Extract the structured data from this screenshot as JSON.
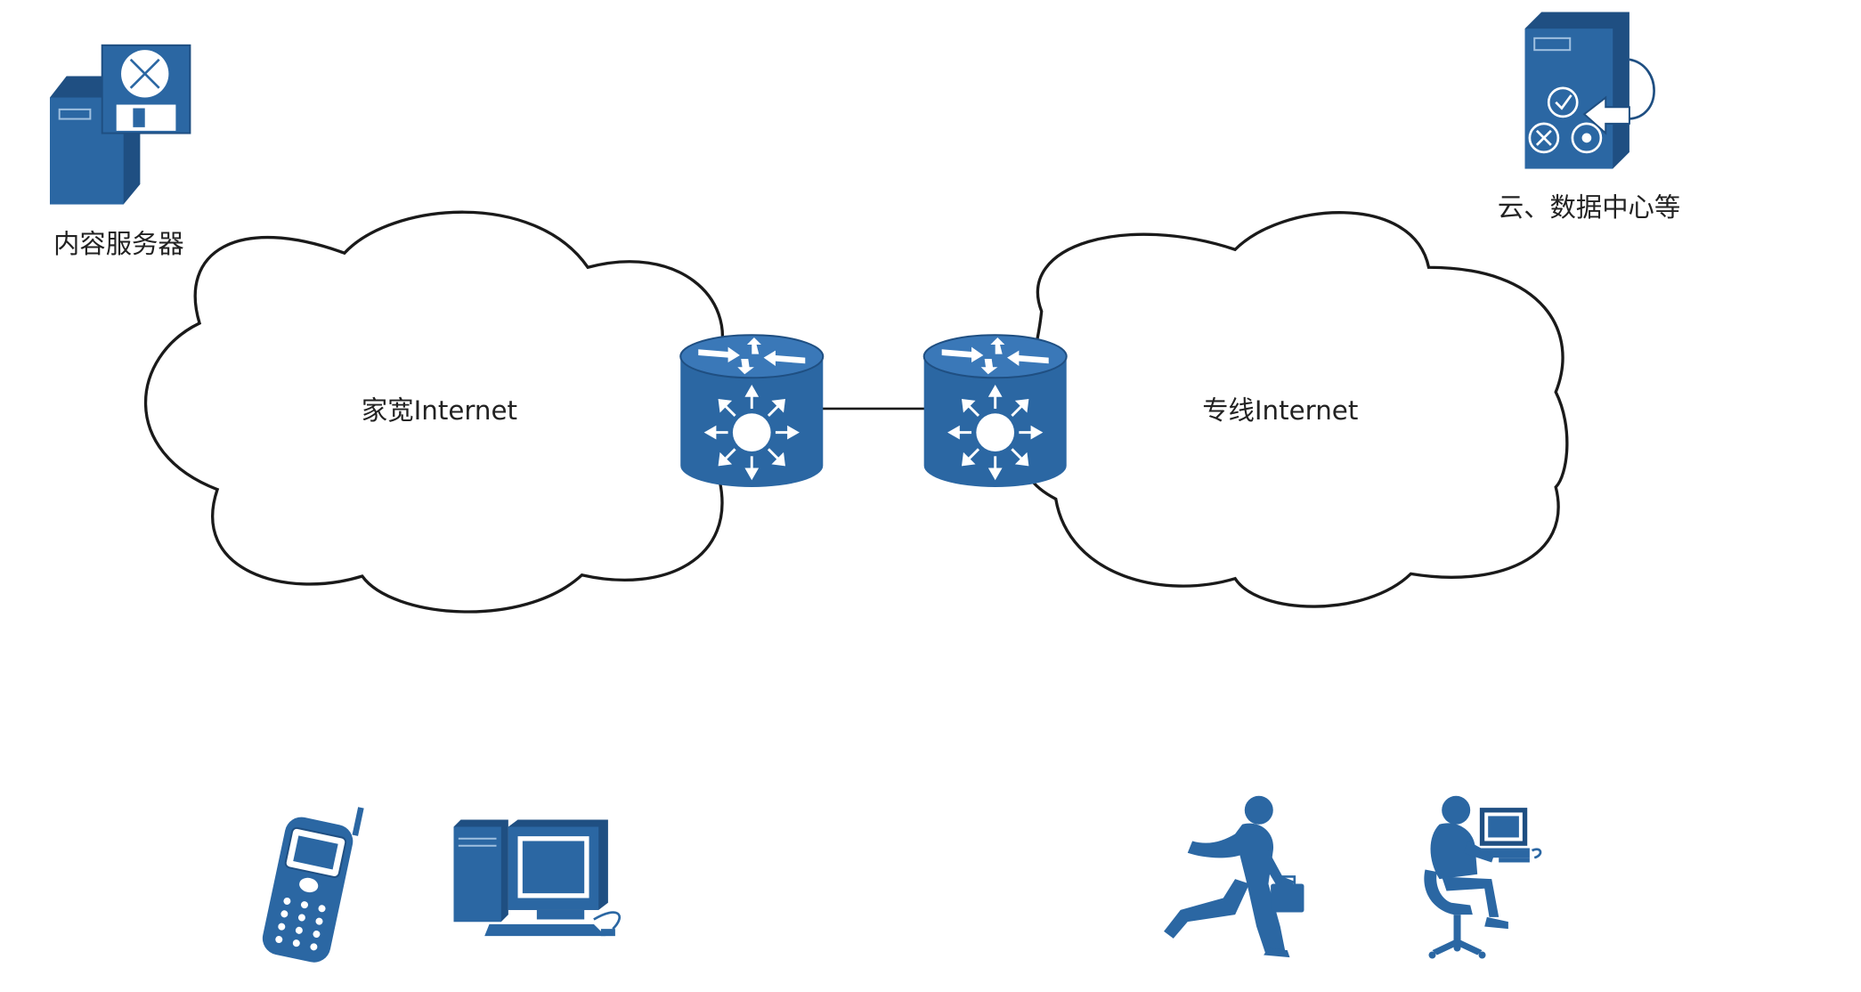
{
  "labels": {
    "home_cloud": "家宽Internet",
    "dedicated_cloud": "专线Internet",
    "content_server": "内容服务器",
    "cloud_datacenter": "云、数据中心等"
  },
  "colors": {
    "icon_fill": "#2b67a3",
    "icon_dark": "#1f4f82",
    "cloud_stroke": "#1a1a1a",
    "text": "#222222"
  },
  "icons": {
    "content_server": "server-with-disk-icon",
    "cloud_datacenter": "server-tower-icon",
    "router_left": "router-icon",
    "router_right": "router-icon",
    "mobile_phone": "mobile-phone-icon",
    "desktop_pc": "desktop-computer-icon",
    "running_businessman": "running-businessman-icon",
    "office_worker": "office-worker-icon"
  }
}
